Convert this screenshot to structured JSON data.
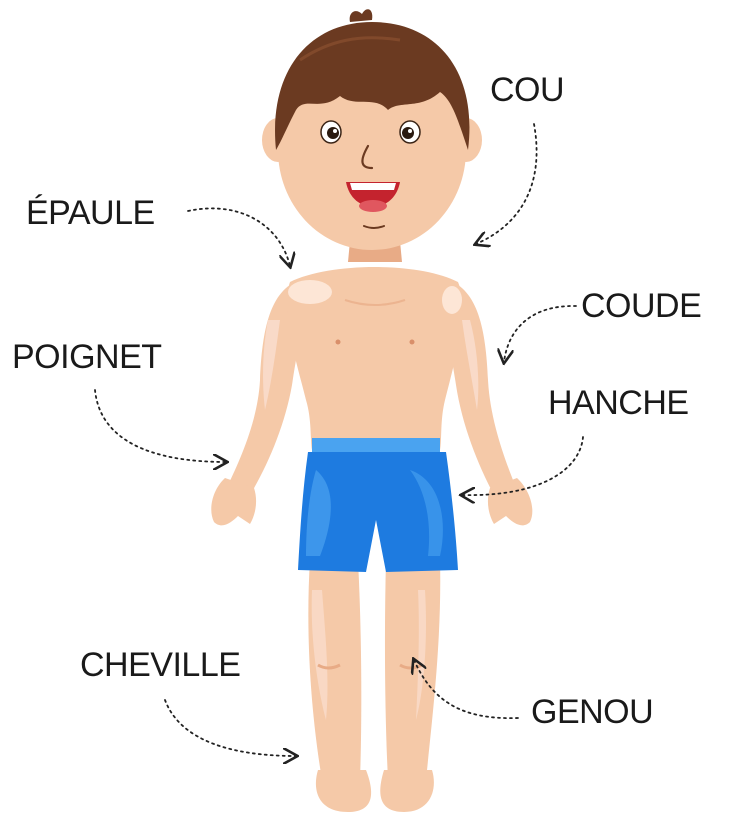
{
  "labels": {
    "cou": "COU",
    "epaule": "ÉPAULE",
    "coude": "COUDE",
    "poignet": "POIGNET",
    "hanche": "HANCHE",
    "cheville": "CHEVILLE",
    "genou": "GENOU"
  },
  "colors": {
    "skin": "#f5c9a8",
    "skin_shadow": "#e8ab86",
    "hair": "#6b3a21",
    "shorts": "#1e7be0",
    "shorts_light": "#4aa3f0",
    "mouth": "#c4232e",
    "arrow": "#222222"
  }
}
